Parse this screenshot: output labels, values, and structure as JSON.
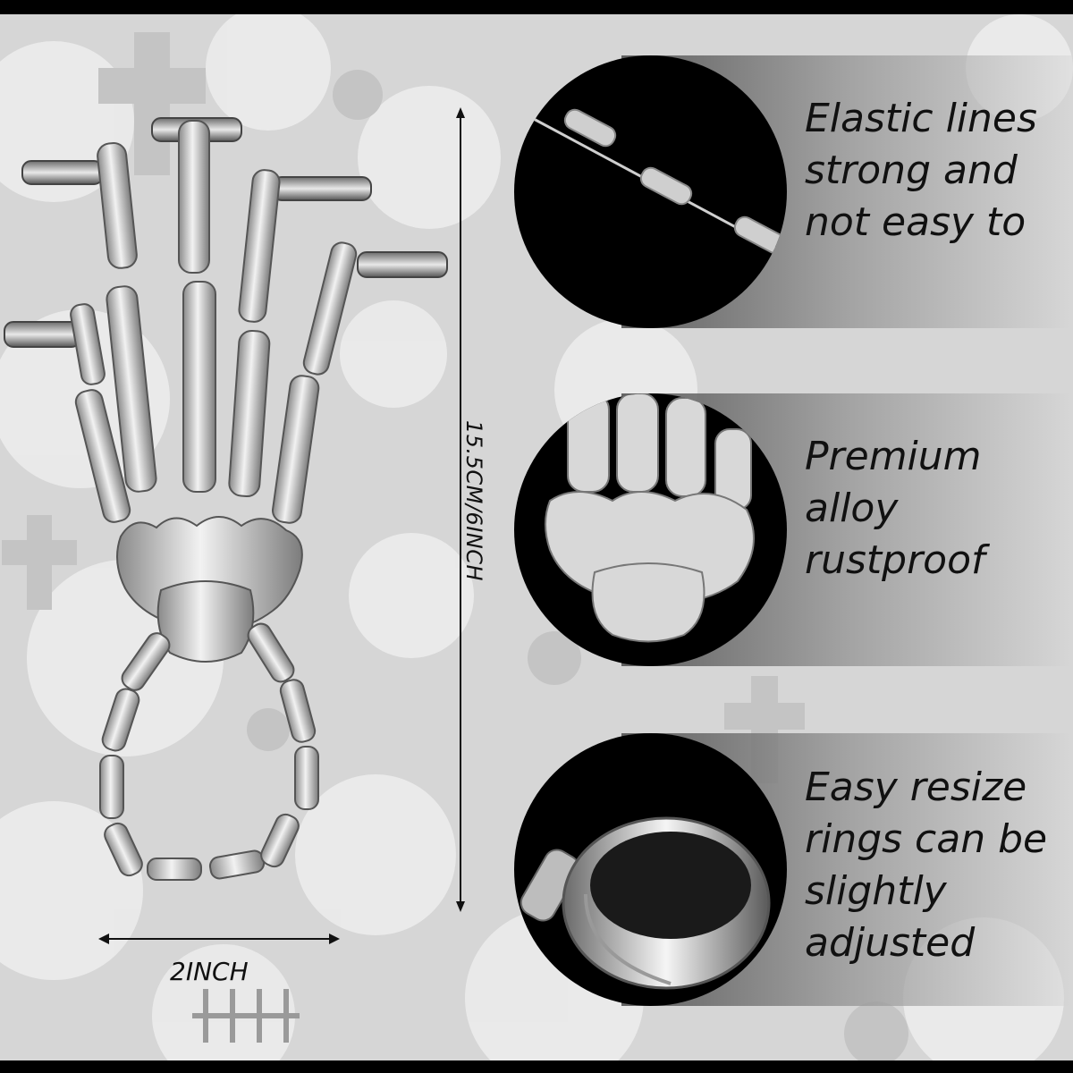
{
  "dimensions": {
    "length_label": "15.5CM/6INCH",
    "width_label": "2INCH"
  },
  "features": [
    {
      "icon": "elastic-line-bones",
      "lines": [
        "Elastic lines",
        "strong and",
        "not easy to"
      ]
    },
    {
      "icon": "skeleton-knuckles",
      "lines": [
        "Premium",
        "alloy",
        "rustproof"
      ]
    },
    {
      "icon": "adjustable-ring",
      "lines": [
        "Easy resize",
        "rings can be",
        "slightly",
        "adjusted"
      ]
    }
  ],
  "colors": {
    "background": "#d9d9d9",
    "border": "#000000",
    "silver": "#c8c8c8",
    "text": "#111111"
  }
}
